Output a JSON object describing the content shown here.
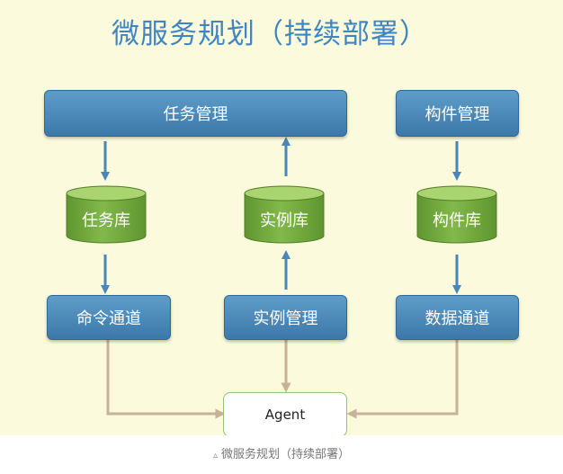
{
  "title": "微服务规划（持续部署）",
  "boxes": {
    "task_management": "任务管理",
    "component_management": "构件管理",
    "command_channel": "命令通道",
    "instance_management": "实例管理",
    "data_channel": "数据通道",
    "agent": "Agent"
  },
  "databases": {
    "task_db": "任务库",
    "instance_db": "实例库",
    "component_db": "构件库"
  },
  "caption": {
    "marker": "▵",
    "text": "微服务规划（持续部署）"
  },
  "colors": {
    "slide_background": "#fbfadc",
    "box_blue": "#4a87b8",
    "db_green": "#73a83b",
    "arrow_blue": "#4a87b8",
    "connector_tan": "#c7b299",
    "agent_border": "#93c27a",
    "title_blue": "#3f86c0"
  }
}
